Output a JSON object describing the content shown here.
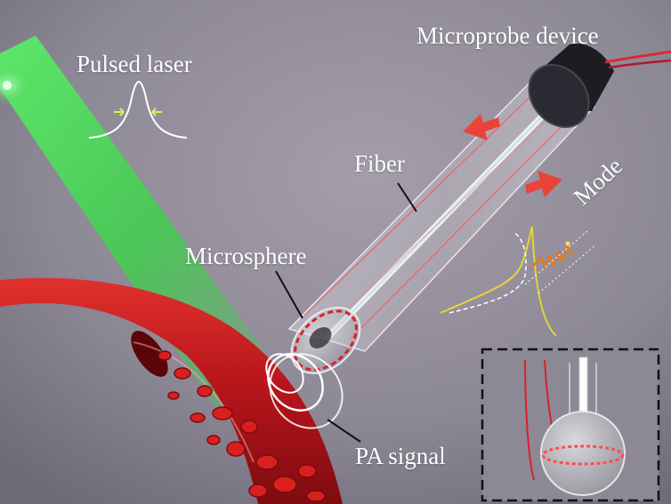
{
  "labels": {
    "title": "Microprobe device",
    "pulsed_laser": "Pulsed laser",
    "fiber": "Fiber",
    "microsphere": "Microsphere",
    "pa_signal": "PA signal",
    "mode": "Mode"
  },
  "colors": {
    "background": "#8c8794",
    "laser_green": "#3be04a",
    "vessel_red": "#c8191c",
    "arrow_red": "#e8443a",
    "mode_yellow": "#e6d43a",
    "mode_orange": "#e07a20"
  }
}
